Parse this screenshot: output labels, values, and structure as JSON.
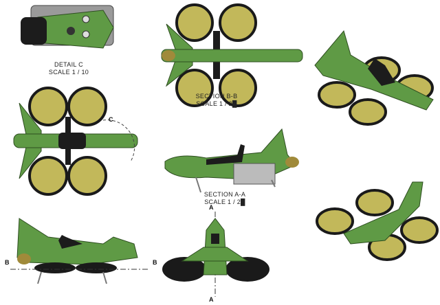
{
  "detail_c": {
    "title": "DETAIL  C",
    "scale": "SCALE 1 / 10"
  },
  "section_bb": {
    "title": "SECTION  B-B",
    "scale": "SCALE 1 / 2█"
  },
  "section_aa": {
    "title": "SECTION  A-A",
    "scale": "SCALE 1 / 2█"
  },
  "markers": {
    "detail": "C",
    "section_b_left": "B",
    "section_b_right": "B",
    "section_a_top": "A",
    "section_a_bottom": "A"
  },
  "colors": {
    "body": "#5f9a45",
    "body_dark": "#3e6e2c",
    "fan_fill": "#c2b85a",
    "fan_ring": "#1a1a1a",
    "seat": "#1c1c1c",
    "metal": "#9a9a9a"
  }
}
